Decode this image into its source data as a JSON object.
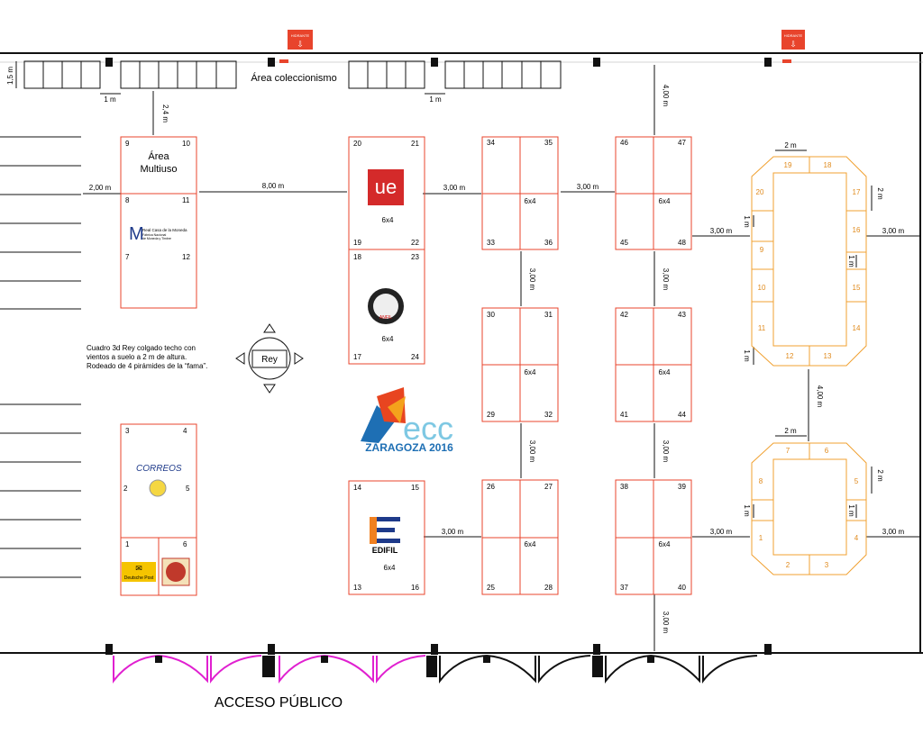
{
  "labels": {
    "collect_area": "Área coleccionismo",
    "public_access": "ACCESO PÚBLICO",
    "multiuso": "Área",
    "multiuso2": "Multiuso",
    "rey": "Rey",
    "note": [
      "Cuadro 3d Rey colgado techo con",
      "vientos a suelo a 2 m de altura.",
      "Rodeado de 4 pirámides de la “fama”."
    ],
    "size": "6x4"
  },
  "logos": {
    "moneda": [
      "Real Casa de la Moneda",
      "Fábrica Nacional",
      "de Moneda y Timbre"
    ],
    "correos": "CORREOS",
    "deutsche_post": "Deutsche Post",
    "edifil": "EDIFIL",
    "anfil": "ANFIL",
    "ue": "ue",
    "ecc_top": "ecc",
    "ecc_city": "ZARAGOZA 2016",
    "hydrant": "HIDRANTE"
  },
  "dims": {
    "d15": "1,5 m",
    "d1a": "1 m",
    "d1b": "1 m",
    "d24": "2,4 m",
    "d200": "2,00 m",
    "d800": "8,00 m",
    "d300a": "3,00 m",
    "d300b": "3,00 m",
    "d400a": "4,00 m",
    "d300c": "3,00 m",
    "d300d": "3,00 m",
    "d300e": "3,00 m",
    "d300f": "3,00 m",
    "d300g": "3,00 m",
    "d300h": "3,00 m",
    "d300i": "3,00 m",
    "d300j": "3,00 m",
    "d300k": "3,00 m",
    "d300l": "3,00 m",
    "d400b": "4,00 m",
    "d2m1": "2 m",
    "d2m2": "2 m",
    "d2m3": "2 m",
    "d2m4": "2 m",
    "d1m1": "1 m",
    "d1m2": "1 m",
    "d1m3": "1 m",
    "d1m4": "1 m",
    "d1m5": "1 m"
  },
  "colors": {
    "red": "#e8442c",
    "orange": "#f0a030",
    "magenta": "#e020d0",
    "black": "#111111"
  },
  "stands_left": {
    "top": [
      "9",
      "10",
      "8",
      "11",
      "7",
      "12"
    ],
    "bottom": [
      "3",
      "4",
      "2",
      "5",
      "1",
      "6"
    ]
  },
  "block_a": [
    "20",
    "21",
    "19",
    "22",
    "18",
    "23",
    "17",
    "24"
  ],
  "block_b": [
    "34",
    "35",
    "33",
    "36"
  ],
  "block_c": [
    "46",
    "47",
    "45",
    "48"
  ],
  "block_d": [
    "30",
    "31",
    "29",
    "32"
  ],
  "block_e": [
    "42",
    "43",
    "41",
    "44"
  ],
  "block_f": [
    "14",
    "15",
    "13",
    "16"
  ],
  "block_g": [
    "26",
    "27",
    "25",
    "28"
  ],
  "block_h": [
    "38",
    "39",
    "37",
    "40"
  ],
  "oct_top": [
    "19",
    "18",
    "20",
    "17",
    "9",
    "16",
    "10",
    "15",
    "11",
    "14",
    "12",
    "13"
  ],
  "oct_bot": [
    "7",
    "6",
    "8",
    "5",
    "1",
    "4",
    "2",
    "3"
  ]
}
